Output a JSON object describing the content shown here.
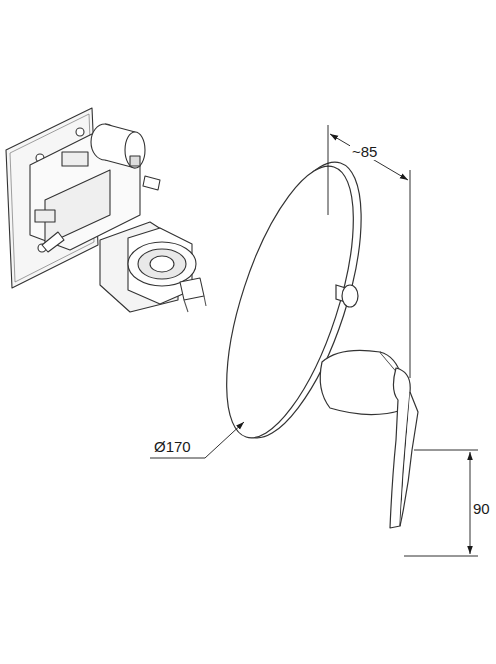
{
  "diagram": {
    "labels": [
      "~85",
      "Ø170",
      "90"
    ]
  }
}
